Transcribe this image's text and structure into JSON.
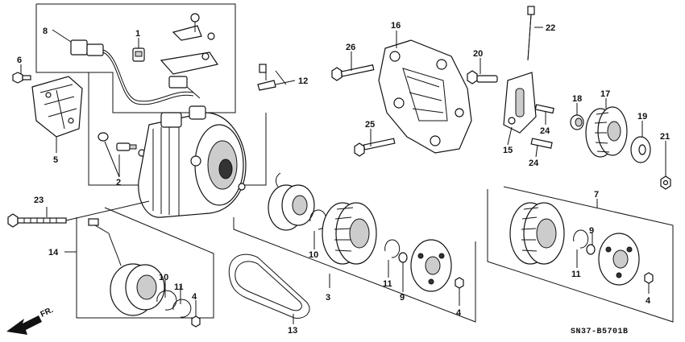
{
  "diagram_code": "SN37-B5701B",
  "direction_marker": "FR.",
  "callouts": [
    {
      "id": "c1",
      "text": "1"
    },
    {
      "id": "c2",
      "text": "2"
    },
    {
      "id": "c3",
      "text": "3"
    },
    {
      "id": "c4a",
      "text": "4"
    },
    {
      "id": "c4b",
      "text": "4"
    },
    {
      "id": "c4c",
      "text": "4"
    },
    {
      "id": "c5",
      "text": "5"
    },
    {
      "id": "c6",
      "text": "6"
    },
    {
      "id": "c7",
      "text": "7"
    },
    {
      "id": "c8",
      "text": "8"
    },
    {
      "id": "c9a",
      "text": "9"
    },
    {
      "id": "c9b",
      "text": "9"
    },
    {
      "id": "c10a",
      "text": "10"
    },
    {
      "id": "c10b",
      "text": "10"
    },
    {
      "id": "c11a",
      "text": "11"
    },
    {
      "id": "c11b",
      "text": "11"
    },
    {
      "id": "c11c",
      "text": "11"
    },
    {
      "id": "c12",
      "text": "12"
    },
    {
      "id": "c13",
      "text": "13"
    },
    {
      "id": "c14",
      "text": "14"
    },
    {
      "id": "c15",
      "text": "15"
    },
    {
      "id": "c16",
      "text": "16"
    },
    {
      "id": "c17",
      "text": "17"
    },
    {
      "id": "c18",
      "text": "18"
    },
    {
      "id": "c19",
      "text": "19"
    },
    {
      "id": "c20",
      "text": "20"
    },
    {
      "id": "c21",
      "text": "21"
    },
    {
      "id": "c22",
      "text": "22"
    },
    {
      "id": "c23",
      "text": "23"
    },
    {
      "id": "c24a",
      "text": "24"
    },
    {
      "id": "c24b",
      "text": "24"
    },
    {
      "id": "c25",
      "text": "25"
    },
    {
      "id": "c26",
      "text": "26"
    }
  ]
}
